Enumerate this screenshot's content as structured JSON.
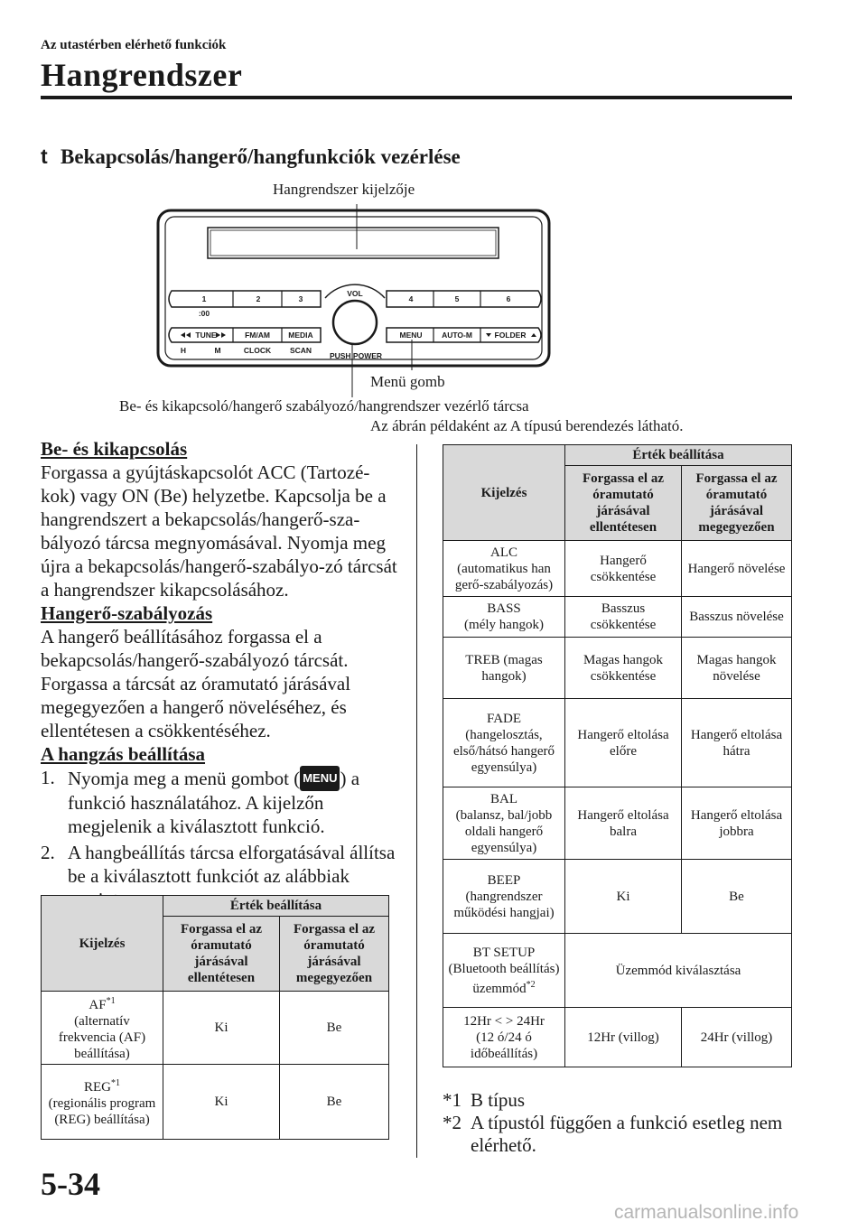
{
  "header": {
    "breadcrumb": "Az utastérben elérhető funkciók",
    "title": "Hangrendszer"
  },
  "section": {
    "mark": "t",
    "heading": "Bekapcsolás/hangerő/hangfunkciók vezérlése"
  },
  "diagram": {
    "callout_display": "Hangrendszer kijelzője",
    "callout_menu": "Menü gomb",
    "callout_dial": "Be- és kikapcsoló/hangerő szabályozó/hangrendszer vezérlő tárcsa",
    "caption": "Az ábrán példaként az A típusú berendezés látható.",
    "buttons": {
      "preset1": "1",
      "preset2": "2",
      "preset3": "3",
      "preset4": "4",
      "preset5": "5",
      "preset6": "6",
      "zero": ":00",
      "tune": "TUNE",
      "fmam": "FM/AM",
      "media": "MEDIA",
      "menu": "MENU",
      "autom": "AUTO-M",
      "folder": "FOLDER",
      "h": "H",
      "m": "M",
      "clock": "CLOCK",
      "scan": "SCAN",
      "vol": "VOL",
      "push_power": "PUSH POWER"
    }
  },
  "left": {
    "h1": "Be- és kikapcsolás",
    "p1": "Forgassa a gyújtáskapcsolót ACC (Tartozé-kok) vagy ON (Be) helyzetbe. Kapcsolja be a hangrendszert a bekapcsolás/hangerő-sza-bályozó tárcsa megnyomásával. Nyomja meg újra a bekapcsolás/hangerő-szabályo-zó tárcsát a hangrendszer kikapcsolásához.",
    "h2": "Hangerő-szabályozás",
    "p2": "A hangerő beállításához forgassa el a bekapcsolás/hangerő-szabályozó tárcsát. Forgassa a tárcsát az óramutató járásával megegyezően a hangerő növeléséhez, és ellentétesen a csökkentéséhez.",
    "h3": "A hangzás beállítása",
    "step1_num": "1.",
    "step1_a": "Nyomja meg a menü gombot (",
    "step1_key": "MENU",
    "step1_b": ") a funkció használatához. A kijelzőn megjelenik a kiválasztott funkció.",
    "step2_num": "2.",
    "step2": "A hangbeállítás tárcsa elforgatásával állítsa be a kiválasztott funkciót az alábbiak szerint:"
  },
  "table_headers": {
    "display": "Kijelzés",
    "value": "Érték beállítása",
    "ccw_a": "Forgassa el az óramutató járásával ellentétesen",
    "cw_a": "Forgassa el az óramutató járásával megegyezően",
    "ccw_b": "Forgassa el az óramutató járásával ellentétesen",
    "cw_b": "Forgassa el az óramutató járásával megegyezően"
  },
  "table_a_rows": [
    {
      "label": "AF",
      "sup": "*1",
      "desc": "(alternatív frekvencia (AF) beállítása)",
      "ccw": "Ki",
      "cw": "Be"
    },
    {
      "label": "REG",
      "sup": "*1",
      "desc": "(regionális program (REG) beállítása)",
      "ccw": "Ki",
      "cw": "Be"
    }
  ],
  "table_b_rows": [
    {
      "label": "ALC",
      "desc": "(automatikus han gerő-szabályozás)",
      "ccw": "Hangerő csökkentése",
      "cw": "Hangerő növelése"
    },
    {
      "label": "BASS",
      "desc": "(mély hangok)",
      "ccw": "Basszus csökkentése",
      "cw": "Basszus növelése"
    },
    {
      "label": "TREB (magas hangok)",
      "desc": "",
      "ccw": "Magas hangok csökkentése",
      "cw": "Magas hangok növelése"
    },
    {
      "label": "FADE",
      "desc": "(hangelosztás, első/hátsó hangerő egyensúlya)",
      "ccw": "Hangerő eltolása előre",
      "cw": "Hangerő eltolása hátra"
    },
    {
      "label": "BAL",
      "desc": "(balansz, bal/jobb oldali hangerő egyensúlya)",
      "ccw": "Hangerő eltolása balra",
      "cw": "Hangerő eltolása jobbra"
    },
    {
      "label": "BEEP",
      "desc": "(hangrendszer működési hangjai)",
      "ccw": "Ki",
      "cw": "Be"
    }
  ],
  "bt_row": {
    "label": "BT SETUP",
    "desc": "(Bluetooth beállítás) üzemmód",
    "sup": "*2",
    "value": "Üzemmód kiválasztása"
  },
  "hr_row": {
    "left": "12Hr",
    "arrows": "< >",
    "right": "24Hr",
    "desc": "(12 ó/24 ó időbeállítás)",
    "ccw": "12Hr (villog)",
    "cw": "24Hr (villog)"
  },
  "footnotes": [
    {
      "key": "*1",
      "text": "B típus"
    },
    {
      "key": "*2",
      "text": "A típustól függően a funkció esetleg nem elérhető."
    }
  ],
  "page_number": "5-34",
  "watermark": "carmanualsonline.info",
  "colors": {
    "ink": "#1a1a1a",
    "header_fill": "#d9d9d9",
    "watermark": "#b5b5b5"
  }
}
